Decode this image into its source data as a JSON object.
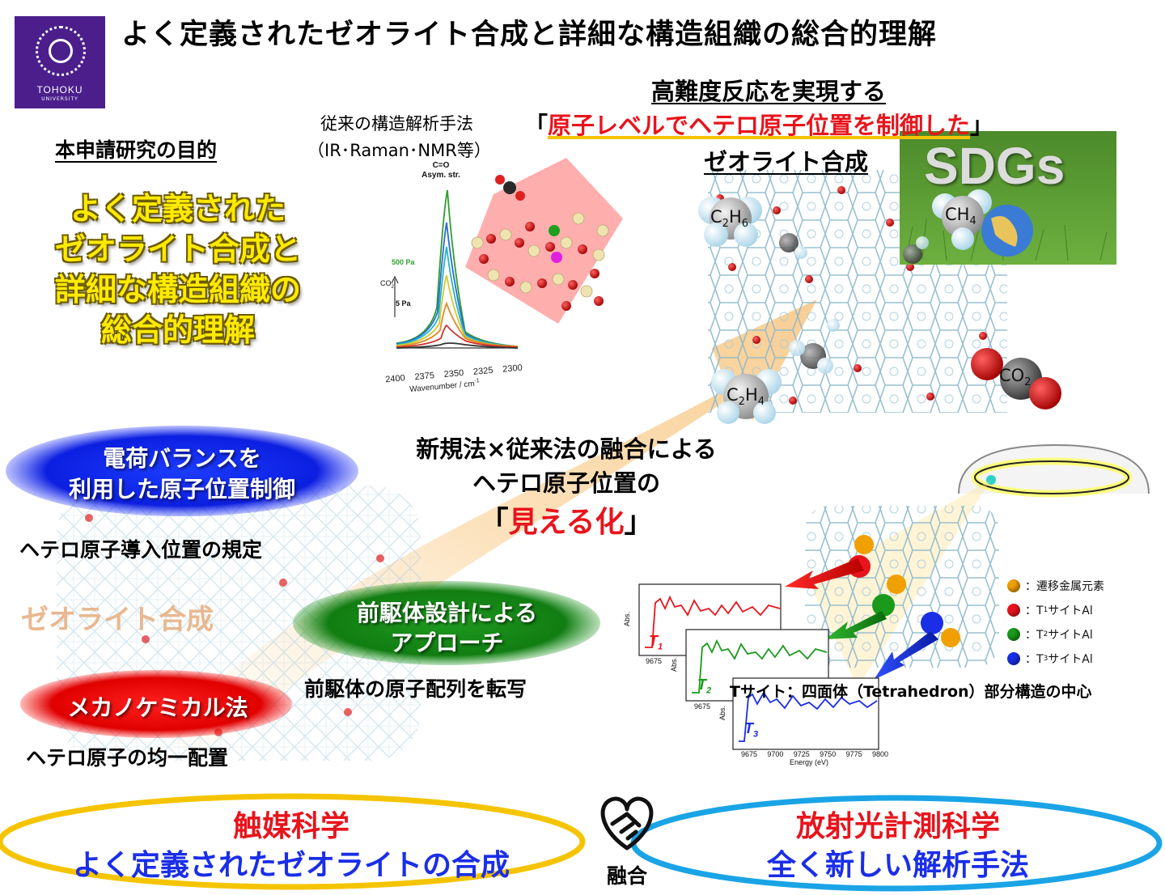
{
  "title": "よく定義されたゼオライト合成と詳細な構造組織の総合的理解",
  "logo": {
    "name": "TOHOKU",
    "sub": "UNIVERSITY"
  },
  "purpose": {
    "heading": "本申請研究の目的",
    "lines": [
      "よく定義された",
      "ゼオライト合成と",
      "詳細な構造組織の",
      "総合的理解"
    ]
  },
  "conventional": {
    "line1": "従来の構造解析手法",
    "line2": "（IR･Raman･NMR等）"
  },
  "goal": {
    "top": "高難度反応を実現する",
    "quote_open": "「",
    "quote": "原子レベルでヘテロ原子位置を制御した",
    "quote_close": "」",
    "bottom": "ゼオライト合成"
  },
  "ir_plot": {
    "peak_label_1": "C=O",
    "peak_label_2": "Asym. str.",
    "pressure_high": "500 Pa",
    "pressure_low": "5 Pa",
    "gas": "CO",
    "gas_sub": "2",
    "ticks": [
      "2400",
      "2375",
      "2350",
      "2325",
      "2300"
    ],
    "xlabel": "Wavenumber / cm",
    "xlabel_sup": "-1"
  },
  "sdgs": "SDGs",
  "molecules": {
    "c2h6": {
      "a": "C",
      "b": "2",
      "c": "H",
      "d": "6"
    },
    "ch4": {
      "a": "CH",
      "b": "4"
    },
    "c2h4": {
      "a": "C",
      "b": "2",
      "c": "H",
      "d": "4"
    },
    "co2": {
      "a": "CO",
      "b": "2"
    }
  },
  "fusion_text": {
    "line1": "新規法×従来法の融合による",
    "line2": "ヘテロ原子位置の",
    "line3_open": "「",
    "line3_red": "見える化",
    "line3_close": "」"
  },
  "methods": {
    "charge": {
      "line1": "電荷バランスを",
      "line2": "利用した原子位置制御"
    },
    "charge_caption": "ヘテロ原子導入位置の規定",
    "zeolite_synth": "ゼオライト合成",
    "precursor": {
      "line1": "前駆体設計による",
      "line2": "アプローチ"
    },
    "precursor_caption": "前駆体の原子配列を転写",
    "mechano": "メカノケミカル法",
    "mechano_caption": "ヘテロ原子の均一配置"
  },
  "xafs": {
    "ylabel": "Abs.",
    "t1": {
      "a": "T",
      "b": "1"
    },
    "t2": {
      "a": "T",
      "b": "2"
    },
    "t3": {
      "a": "T",
      "b": "3"
    },
    "tick_small": "9675",
    "ticks": [
      "9675",
      "9700",
      "9725",
      "9750",
      "9775",
      "9800"
    ],
    "xlabel": "Energy (eV)"
  },
  "legend": [
    {
      "prefix": "：",
      "label": "遷移金属元素",
      "color": "#f0a000"
    },
    {
      "prefix": "：T",
      "sub": "1",
      "label": "サイトAl",
      "color": "#e8141c"
    },
    {
      "prefix": "：T",
      "sub": "2",
      "label": "サイトAl",
      "color": "#1a9a1a"
    },
    {
      "prefix": "：T",
      "sub": "3",
      "label": "サイトAl",
      "color": "#1a2ee8"
    }
  ],
  "tsite_note": "Tサイト：四面体（Tetrahedron）部分構造の中心",
  "bottom": {
    "left": {
      "title": "触媒科学",
      "sub": "よく定義されたゼオライトの合成"
    },
    "center": "融合",
    "right": {
      "title": "放射光計測科学",
      "sub": "全く新しい解析手法"
    }
  },
  "colors": {
    "yellow": "#ffe000",
    "red": "#e8141c",
    "blue": "#1a2ee8",
    "green": "#1a8f1a",
    "purple": "#4b1e8c",
    "orange_arrow": "#f7c27a",
    "ring_yellow": "#f5c400",
    "ring_blue": "#1aa4e6"
  }
}
